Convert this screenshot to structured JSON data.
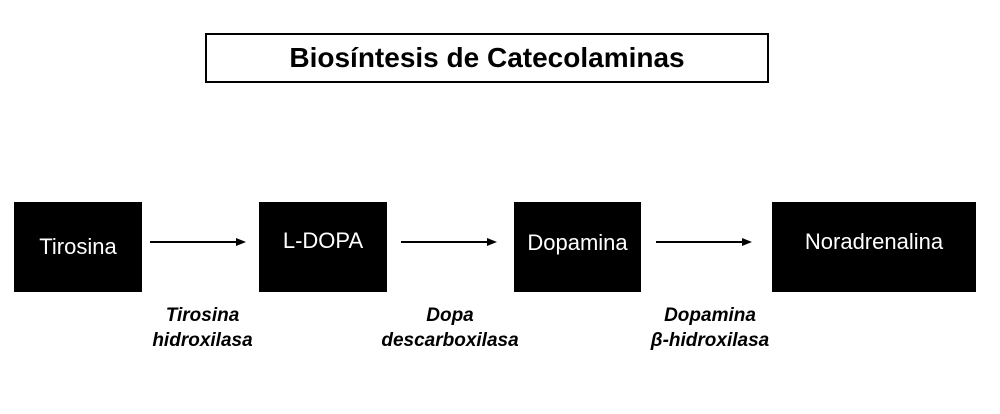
{
  "title": "Biosíntesis de Catecolaminas",
  "nodes": [
    {
      "label": "Tirosina"
    },
    {
      "label": "L-DOPA"
    },
    {
      "label": "Dopamina"
    },
    {
      "label": "Noradrenalina"
    }
  ],
  "enzymes": [
    {
      "line1": "Tirosina",
      "line2": "hidroxilasa"
    },
    {
      "line1": "Dopa",
      "line2": "descarboxilasa"
    },
    {
      "line1": "Dopamina",
      "line2": "β-hidroxilasa"
    }
  ],
  "colors": {
    "node_fill": "#000000",
    "node_text": "#ffffff",
    "arrow": "#000000"
  }
}
